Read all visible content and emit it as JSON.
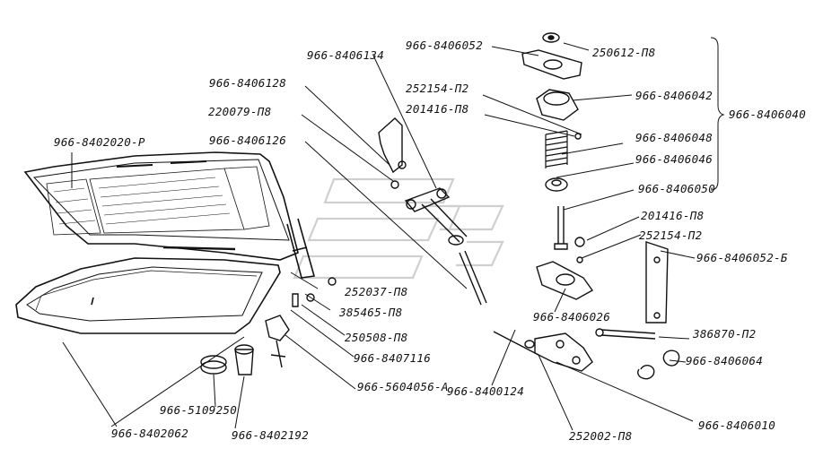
{
  "colors": {
    "ink": "#111111",
    "watermark": "#d0d0d0",
    "background": "#ffffff"
  },
  "labels": {
    "p8406052": "966-8406052",
    "p250612": "250612-П8",
    "p8406134": "966-8406134",
    "p252154a": "252154-П2",
    "p201416a": "201416-П8",
    "p8406042": "966-8406042",
    "p8406040": "966-8406040",
    "p8406128": "966-8406128",
    "p220079": "220079-П8",
    "p8406126": "966-8406126",
    "p8406048": "966-8406048",
    "p8406046": "966-8406046",
    "p8406050": "966-8406050",
    "p8402020": "966-8402020-Р",
    "p201416b": "201416-П8",
    "p252154b": "252154-П2",
    "p8406052b": "966-8406052-Б",
    "p252037": "252037-П8",
    "p385465": "385465-П8",
    "p8406026": "966-8406026",
    "p250508": "250508-П8",
    "p386870": "386870-П2",
    "p8407116": "966-8407116",
    "p8406064": "966-8406064",
    "p5604056": "966-5604056-А",
    "p8400124": "966-8400124",
    "p5109250": "966-5109250",
    "p8406010": "966-8406010",
    "p8402062": "966-8402062",
    "p8402192": "966-8402192",
    "p252002": "252002-П8"
  }
}
